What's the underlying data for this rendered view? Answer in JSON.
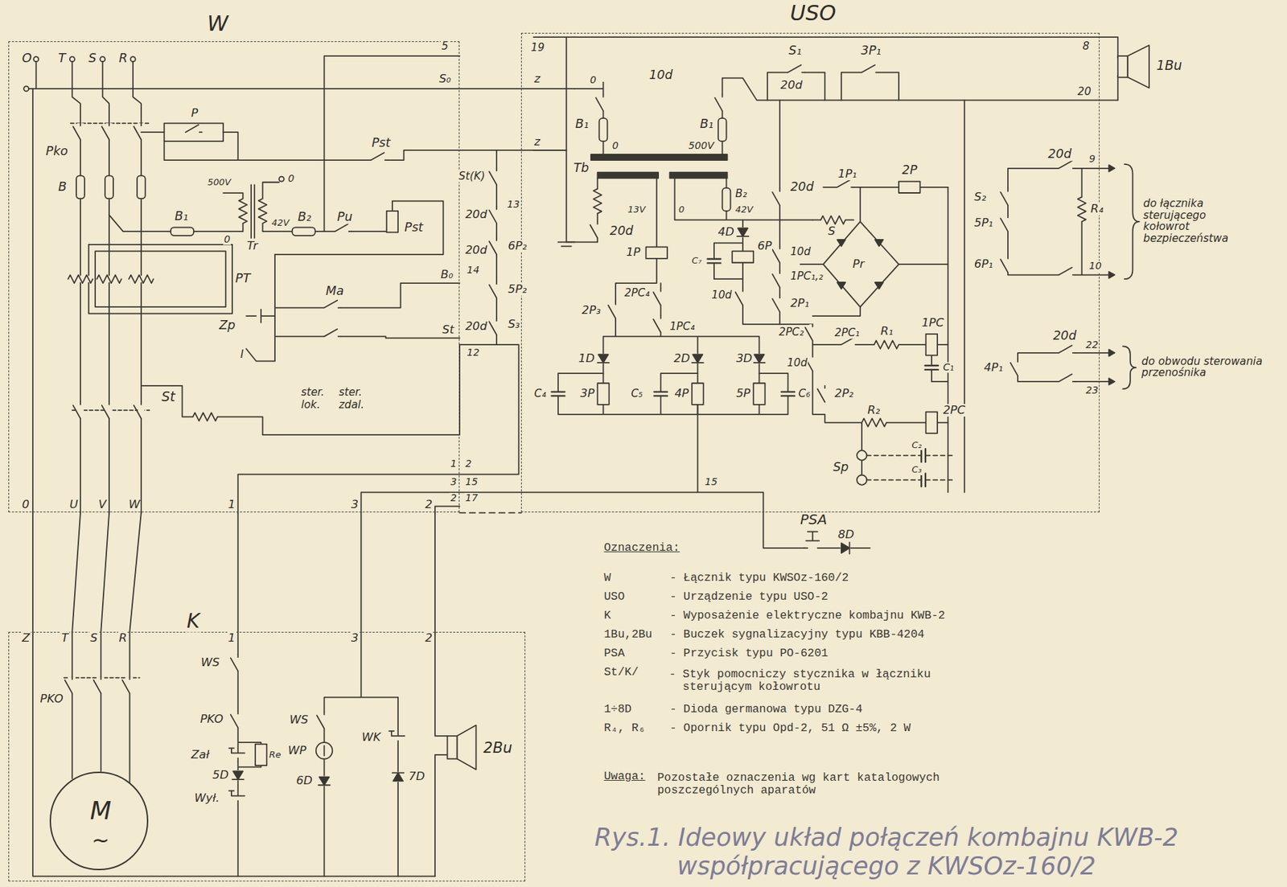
{
  "diagram": {
    "caption": "Rys.1. Ideowy układ połączeń kombajnu KWB-2 współpracującego z KWSOz-160/2",
    "nodes": [
      {
        "text": [
          "W"
        ]
      },
      {
        "text": [
          "USO"
        ]
      },
      {
        "text": [
          "K"
        ]
      },
      {
        "text": [
          "M",
          "~"
        ],
        "in": 2
      }
    ],
    "edges": [
      {
        "from": 0,
        "to": 2,
        "arrow": "none"
      },
      {
        "from": 0,
        "to": 2,
        "arrow": "none"
      }
    ],
    "labels": [
      "O",
      "T",
      "S",
      "R",
      "Pko",
      "P",
      "Pst",
      "B",
      "500V",
      "0",
      "B₁",
      "42V",
      "B₂",
      "Pu",
      "0",
      "Tr",
      "Pst",
      "PT",
      "Ma",
      "Zp",
      "I",
      "ster.",
      "lok.",
      "ster.",
      "zdal.",
      "St",
      "5",
      "S₀",
      "19",
      "z",
      "z",
      "St(K)",
      "13",
      "20d",
      "20d",
      "6P₂",
      "B₀",
      "14",
      "5P₂",
      "20d",
      "S₃",
      "St",
      "12",
      "10d",
      "0",
      "B₁",
      "B₁",
      "0",
      "500V",
      "Tb",
      "20d",
      "13V",
      "0",
      "B₂",
      "42V",
      "S₁",
      "3P₁",
      "20d",
      "8",
      "20",
      "1Bu",
      "20d",
      "1P₁",
      "2P",
      "4D",
      "S",
      "6P",
      "C₇",
      "10d",
      "1PC₁,₂",
      "10d",
      "2P₁",
      "Pr",
      "1P",
      "2P₃",
      "2PC₄",
      "1PC₄",
      "2PC₂",
      "2PC₁",
      "R₁",
      "1PC",
      "10d",
      "2P₂",
      "C₁",
      "1D",
      "2D",
      "3D",
      "C₄",
      "3P",
      "C₅",
      "4P",
      "5P",
      "C₆",
      "R₂",
      "2PC",
      "Sp",
      "C₂",
      "C₃",
      "20d",
      "9",
      "S₂",
      "R₄",
      "5P₁",
      "6P₁",
      "10",
      "do łącznika sterującego kołowrot bezpieczeństwa",
      "20d",
      "22",
      "4P₁",
      "23",
      "do obwodu sterowania przenośnika",
      "1",
      "2",
      "3",
      "15",
      "2",
      "17",
      "15",
      "0",
      "U",
      "V",
      "W",
      "1",
      "3",
      "2",
      "PSA",
      "8D",
      "Z",
      "T",
      "S",
      "R",
      "1",
      "3",
      "2",
      "PKO",
      "WS",
      "PKO",
      "Zał",
      "Re",
      "5D",
      "Wył.",
      "WS",
      "WP",
      "6D",
      "WK",
      "7D",
      "2Bu",
      "Oznaczenia:",
      "W",
      "- Łącznik typu KWSOz-160/2",
      "USO",
      "- Urządzenie typu USO-2",
      "K",
      "- Wyposażenie elektryczne kombajnu KWB-2",
      "1Bu,2Bu",
      "- Buczek sygnalizacyjny typu KBB-4204",
      "PSA",
      "- Przycisk typu PO-6201",
      "St/K/",
      "- Styk pomocniczy stycznika w łączniku sterującym kołowrotu",
      "1÷8D",
      "- Dioda germanowa typu DZG-4",
      "R₄, R₆",
      "- Opornik typu Opd-2, 51 Ω ±5%, 2 W",
      "Uwaga:",
      "Pozostałe oznaczenia wg kart katalogowych poszczególnych aparatów"
    ]
  }
}
